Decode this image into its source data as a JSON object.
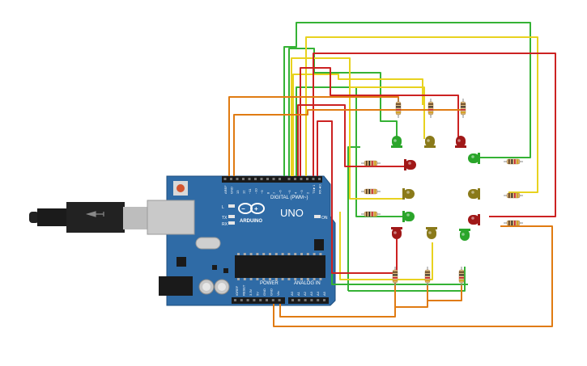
{
  "board": {
    "brand_text": "ARDUINO",
    "model_text": "UNO",
    "digital_header_label": "DIGITAL (PWM~)",
    "power_label": "POWER",
    "analog_label": "ANALOG IN",
    "on_label": "ON",
    "l_label": "L",
    "tx_label": "TX",
    "rx_label": "RX",
    "digital_pin_labels": [
      "AREF",
      "GND",
      "13",
      "12",
      "~11",
      "~10",
      "~9",
      "8",
      "7",
      "~6",
      "~5",
      "4",
      "~3",
      "2",
      "TX►1",
      "RX◄0"
    ],
    "power_pin_labels": [
      "IOREF",
      "RESET",
      "3.3V",
      "5V",
      "GND",
      "GND",
      "Vin"
    ],
    "analog_pin_labels": [
      "A0",
      "A1",
      "A2",
      "A3",
      "A4",
      "A5"
    ]
  },
  "colors": {
    "board": "#2f6ba6",
    "wire_green": "#35b235",
    "wire_yellow": "#e8d21f",
    "wire_red": "#cc2222",
    "wire_orange": "#e07b12",
    "led_green": "#2aa52a",
    "led_yellow": "#8a7a1a",
    "led_red": "#a01818"
  }
}
